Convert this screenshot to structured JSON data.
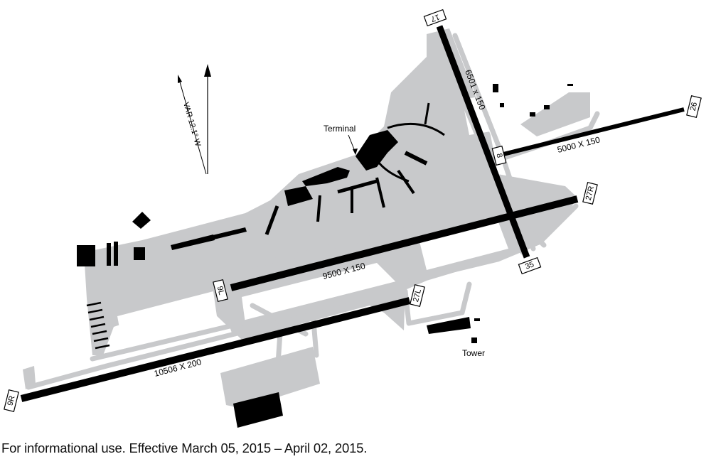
{
  "runways": [
    {
      "id": "9R-27L",
      "ends": [
        "9R",
        "27L"
      ],
      "dimensions": "10506 X 200"
    },
    {
      "id": "9L-27R",
      "ends": [
        "9L",
        "27R"
      ],
      "dimensions": "9500 X 150"
    },
    {
      "id": "8-26",
      "ends": [
        "8",
        "26"
      ],
      "dimensions": "5000 X 150"
    },
    {
      "id": "17-35",
      "ends": [
        "17",
        "35"
      ],
      "dimensions": "6501 x 150"
    }
  ],
  "labels": {
    "terminal": "Terminal",
    "tower": "Tower",
    "magnetic_variation": "VAR 12.1° W"
  },
  "footer": "For informational use. Effective March 05, 2015 – April 02, 2015.",
  "colors": {
    "pavement": "#c8c9cb",
    "runway": "#000000",
    "building": "#000000"
  }
}
